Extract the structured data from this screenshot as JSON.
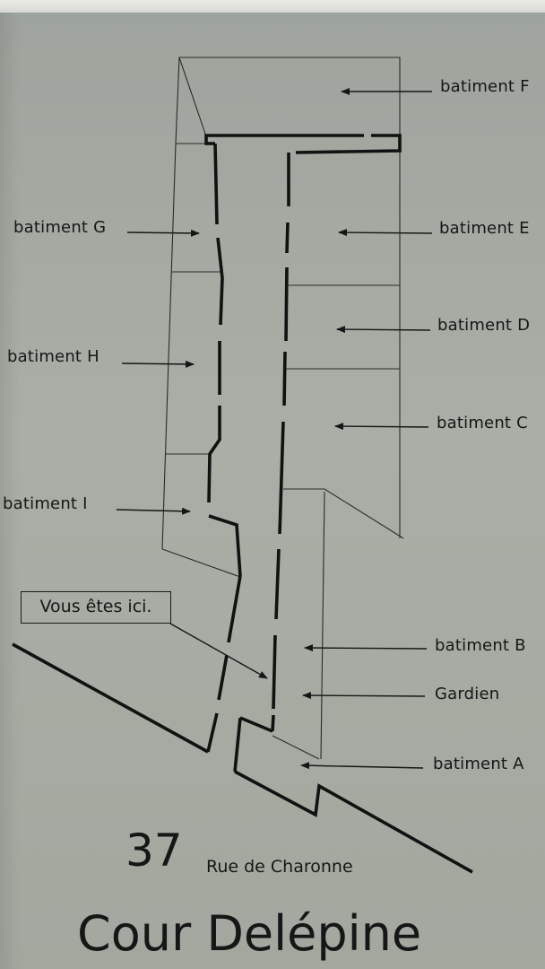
{
  "labels": {
    "bat_f": "batiment F",
    "bat_e": "batiment E",
    "bat_d": "batiment D",
    "bat_c": "batiment C",
    "bat_b": "batiment B",
    "gardien": "Gardien",
    "bat_a": "batiment A",
    "bat_g": "batiment G",
    "bat_h": "batiment H",
    "bat_i": "batiment I"
  },
  "here": "Vous êtes ici.",
  "address": {
    "number": "37",
    "street": "Rue de Charonne"
  },
  "title": "Cour Delépine",
  "colors": {
    "plaque": "#a7aca4",
    "ink": "#161616"
  }
}
